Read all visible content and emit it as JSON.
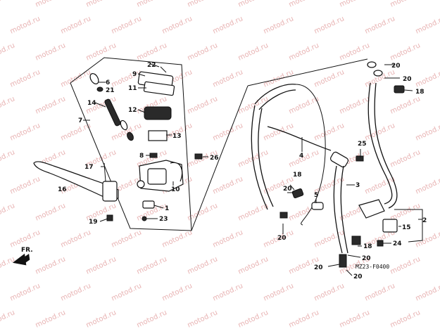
{
  "watermark": "motod.ru",
  "diagram_code": "MZ23-F0400",
  "direction_label": "FR.",
  "callouts": {
    "c1": "1",
    "c2": "2",
    "c3": "3",
    "c4": "4",
    "c5": "5",
    "c6": "6",
    "c7": "7",
    "c8": "8",
    "c9": "9",
    "c10": "10",
    "c11": "11",
    "c12": "12",
    "c13": "13",
    "c14": "14",
    "c15": "15",
    "c16": "16",
    "c17": "17",
    "c18": "18",
    "c19": "19",
    "c20": "20",
    "c21": "21",
    "c22": "22",
    "c23": "23",
    "c24": "24",
    "c25": "25",
    "c26": "26"
  }
}
